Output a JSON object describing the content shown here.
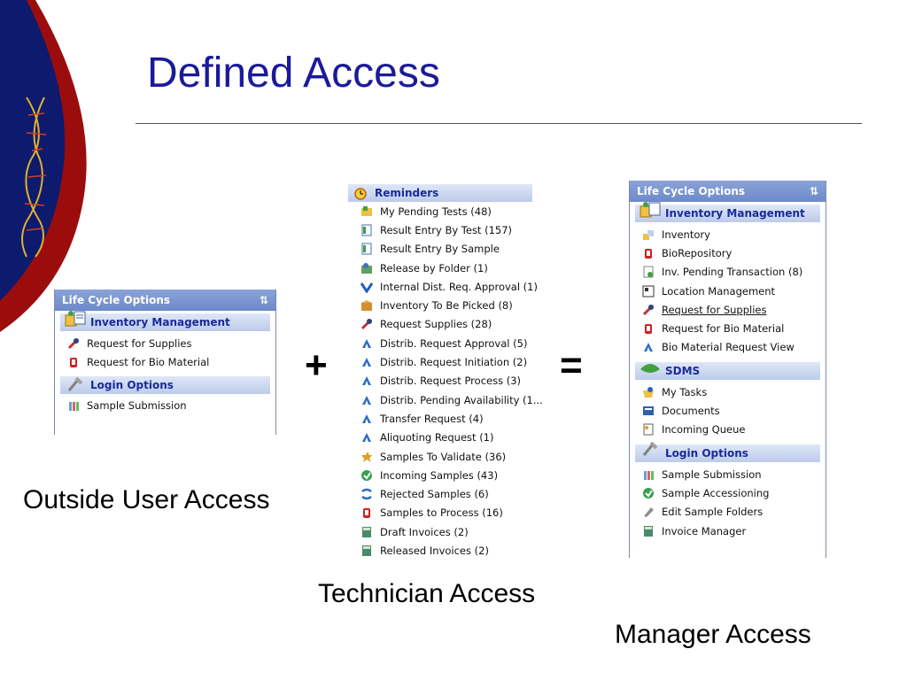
{
  "slide": {
    "title": "Defined Access",
    "plus": "+",
    "equals": "=",
    "captions": {
      "outside": "Outside User Access",
      "technician": "Technician Access",
      "manager": "Manager Access"
    }
  },
  "outside_panel": {
    "header": "Life Cycle Options",
    "sync_icon": "sync-icon",
    "groups": [
      {
        "title": "Inventory Management",
        "icon": "inventory-icon",
        "items": [
          {
            "label": "Request for Supplies",
            "icon": "supplies-icon"
          },
          {
            "label": "Request for Bio Material",
            "icon": "bio-material-icon"
          }
        ]
      },
      {
        "title": "Login Options",
        "icon": "login-icon",
        "items": [
          {
            "label": "Sample Submission",
            "icon": "tubes-icon"
          }
        ]
      }
    ]
  },
  "technician_panel": {
    "header": "Reminders",
    "header_icon": "clock-icon",
    "items": [
      {
        "label": "My Pending Tests (48)",
        "icon": "tests-icon"
      },
      {
        "label": "Result Entry By Test (157)",
        "icon": "result-entry-icon"
      },
      {
        "label": "Result Entry By Sample",
        "icon": "result-entry-icon"
      },
      {
        "label": "Release by Folder (1)",
        "icon": "folder-release-icon"
      },
      {
        "label": "Internal Dist. Req. Approval (1)",
        "icon": "approve-check-icon"
      },
      {
        "label": "Inventory To Be Picked (8)",
        "icon": "box-icon"
      },
      {
        "label": "Request Supplies (28)",
        "icon": "supplies-icon"
      },
      {
        "label": "Distrib. Request Approval (5)",
        "icon": "workflow-icon"
      },
      {
        "label": "Distrib. Request Initiation (2)",
        "icon": "workflow-icon"
      },
      {
        "label": "Distrib. Request Process (3)",
        "icon": "workflow-icon"
      },
      {
        "label": "Distrib.  Pending  Availability (1...",
        "icon": "workflow-icon"
      },
      {
        "label": "Transfer Request (4)",
        "icon": "workflow-icon"
      },
      {
        "label": "Aliquoting Request (1)",
        "icon": "workflow-icon"
      },
      {
        "label": "Samples To Validate (36)",
        "icon": "validate-icon"
      },
      {
        "label": "Incoming Samples (43)",
        "icon": "incoming-icon"
      },
      {
        "label": "Rejected Samples (6)",
        "icon": "rejected-icon"
      },
      {
        "label": "Samples to Process (16)",
        "icon": "bio-material-icon"
      },
      {
        "label": "Draft Invoices (2)",
        "icon": "calculator-icon"
      },
      {
        "label": "Released Invoices (2)",
        "icon": "calculator-icon"
      }
    ]
  },
  "manager_panel": {
    "header": "Life Cycle Options",
    "sync_icon": "sync-icon",
    "groups": [
      {
        "title": "Inventory Management",
        "icon": "inventory-icon",
        "items": [
          {
            "label": "Inventory",
            "icon": "inventory-small-icon"
          },
          {
            "label": "BioRepository",
            "icon": "bio-material-icon"
          },
          {
            "label": "Inv. Pending Transaction (8)",
            "icon": "pending-transaction-icon"
          },
          {
            "label": "Location Management",
            "icon": "location-icon"
          },
          {
            "label": "Request for Supplies",
            "icon": "supplies-icon",
            "underline": true
          },
          {
            "label": "Request for Bio Material",
            "icon": "bio-material-icon"
          },
          {
            "label": "Bio Material Request View",
            "icon": "workflow-icon"
          }
        ]
      },
      {
        "title": "SDMS",
        "icon": "sdms-icon",
        "items": [
          {
            "label": "My Tasks",
            "icon": "tasks-icon"
          },
          {
            "label": "Documents",
            "icon": "documents-icon"
          },
          {
            "label": "Incoming Queue",
            "icon": "queue-icon"
          }
        ]
      },
      {
        "title": "Login Options",
        "icon": "login-icon",
        "items": [
          {
            "label": "Sample Submission",
            "icon": "tubes-icon"
          },
          {
            "label": "Sample Accessioning",
            "icon": "incoming-icon"
          },
          {
            "label": "Edit Sample Folders",
            "icon": "edit-folder-icon"
          },
          {
            "label": "Invoice Manager",
            "icon": "calculator-icon"
          }
        ]
      }
    ]
  }
}
